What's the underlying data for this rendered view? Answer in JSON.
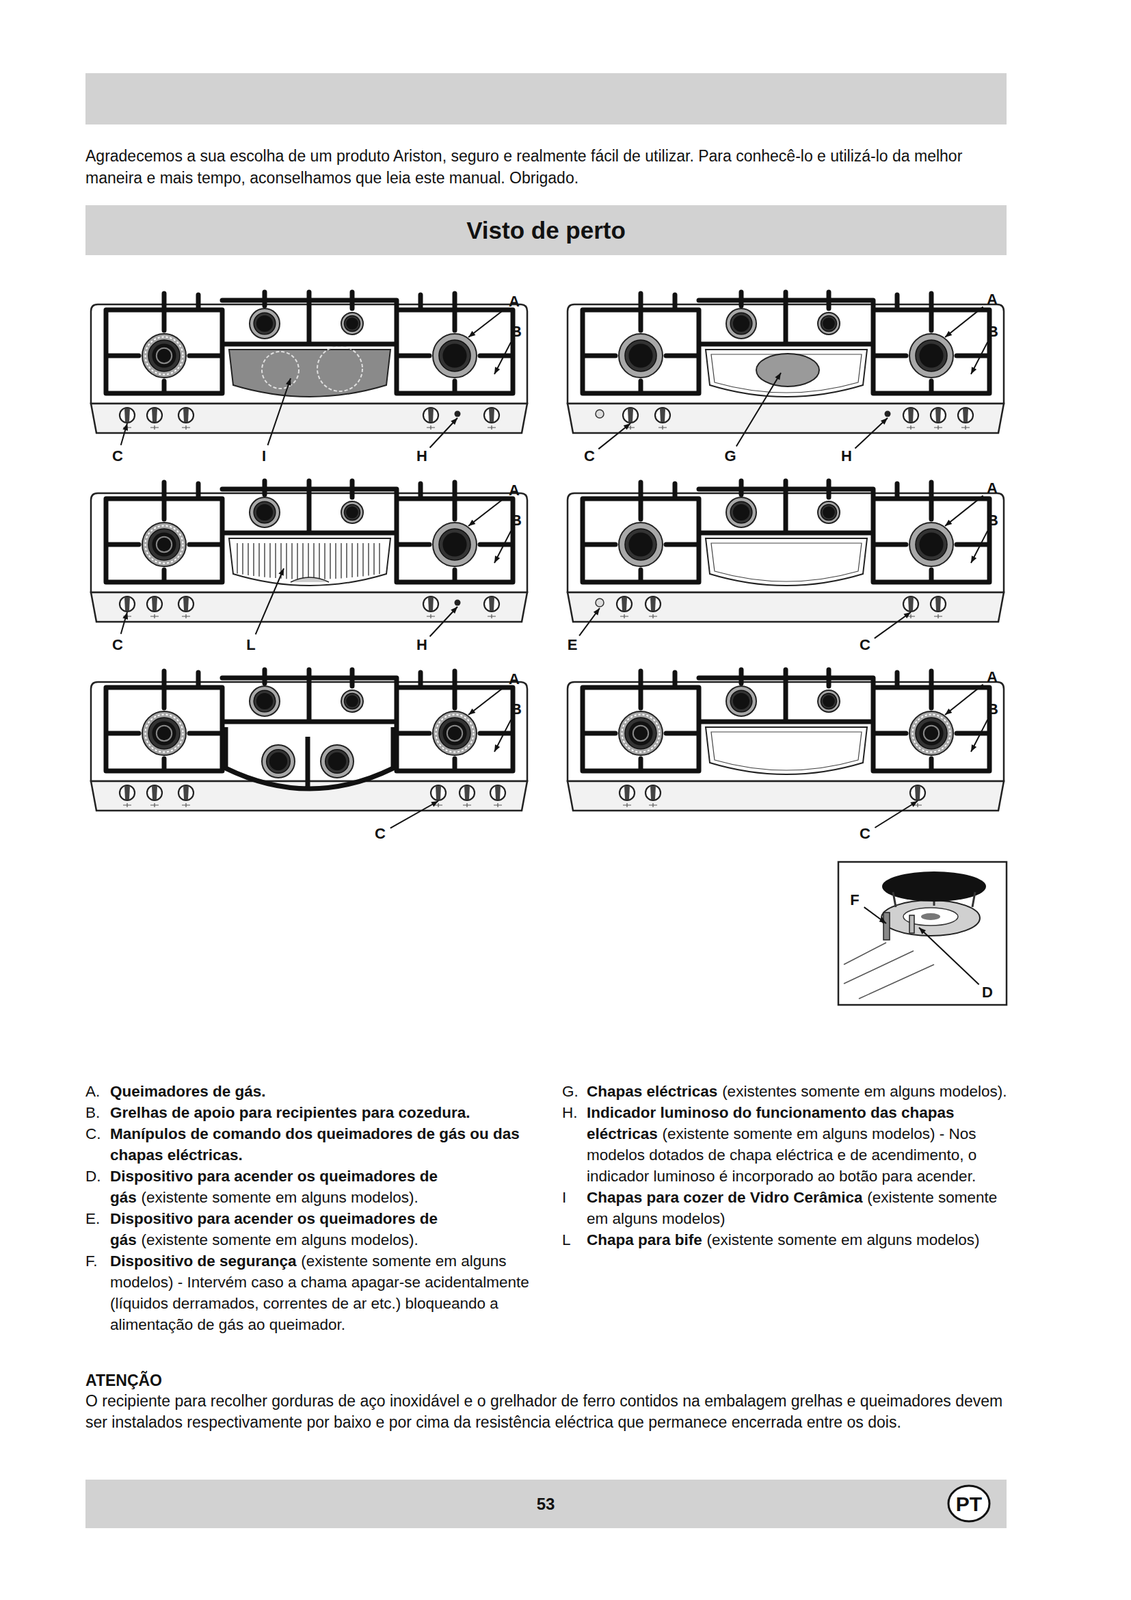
{
  "diagram": {
    "title": "Visto de perto",
    "labels": [
      "Agradecemos a sua escolha de um produto Ariston, seguro e realmente fácil de utilizar. Para conhecê-lo e utilizá-lo da melhor maneira e mais tempo, aconselhamos que leia este manual. Obrigado.",
      "A",
      "B",
      "C",
      "I",
      "H",
      "A",
      "B",
      "C",
      "G",
      "H",
      "A",
      "B",
      "C",
      "L",
      "H",
      "A",
      "B",
      "E",
      "C",
      "A",
      "B",
      "C",
      "A",
      "B",
      "C",
      "F",
      "D",
      "A.",
      "Queimadores de gás.",
      "B.",
      "Grelhas de apoio para recipientes para cozedura.",
      "C.",
      "Manípulos de comando dos queimadores de gás ou das chapas eléctricas.",
      "D.",
      "Dispositivo para acender os queimadores de gás",
      "(existente somente em alguns modelos).",
      "E.",
      "Dispositivo para acender os queimadores de gás",
      "(existente somente em alguns modelos).",
      "F.",
      "Dispositivo de segurança",
      "(existente somente em alguns modelos) - Intervém caso a chama apagar-se acidentalmente (líquidos derramados, correntes de ar etc.) bloqueando a alimentação de gás ao queimador.",
      "G.",
      "Chapas eléctricas",
      "(existentes somente em alguns modelos).",
      "H.",
      "Indicador luminoso do funcionamento das chapas eléctricas",
      "(existente somente em alguns modelos) - Nos modelos dotados de chapa eléctrica e de acendimento, o indicador luminoso é incorporado ao botão para acender.",
      "I",
      "Chapas para cozer de Vidro Cerâmica",
      "(existente somente em alguns modelos)",
      "L",
      "Chapa para bife",
      "(existente somente em alguns modelos)",
      "ATENÇÃO",
      "O recipiente para recolher gorduras de aço inoxidável e o grelhador de ferro contidos na embalagem grelhas e queimadores devem ser instalados respectivamente por baixo e por cima da resistência eléctrica que permanece encerrada entre os dois.",
      "53",
      "PT"
    ]
  }
}
